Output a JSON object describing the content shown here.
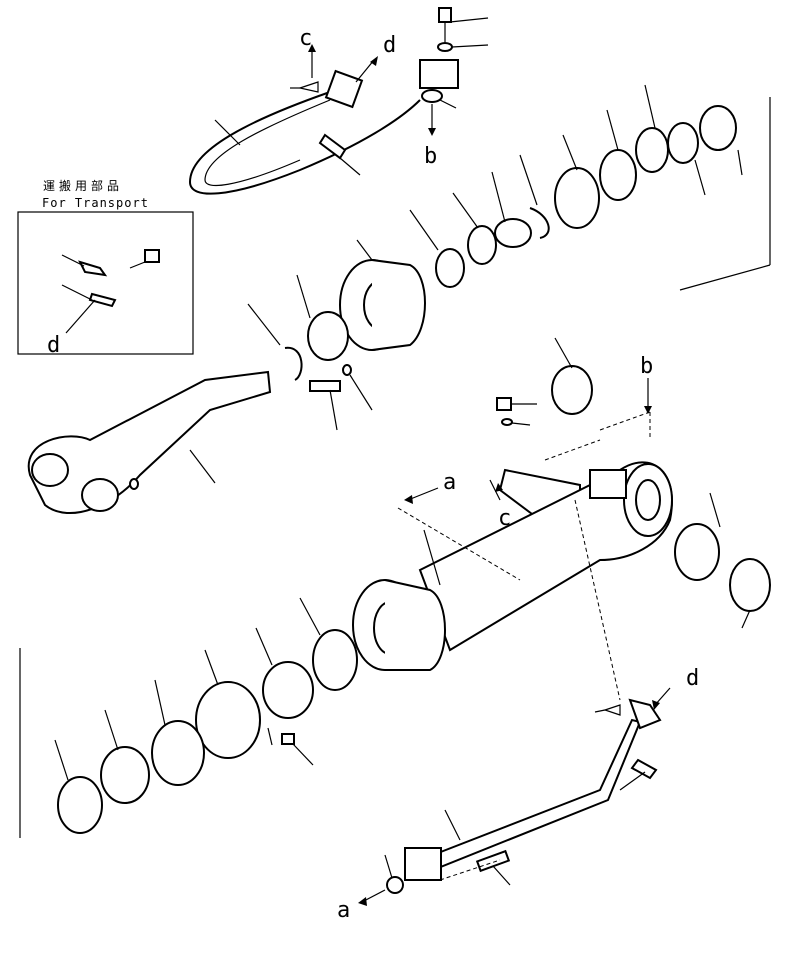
{
  "transport_box": {
    "title_jp": "運搬用部品",
    "title_en": "For Transport",
    "callout": "d"
  },
  "callouts": {
    "top_c": "c",
    "top_d": "d",
    "top_b": "b",
    "mid_b": "b",
    "mid_a": "a",
    "mid_c": "c",
    "bottom_d": "d",
    "bottom_a": "a"
  },
  "colors": {
    "ink": "#000000",
    "paper": "#ffffff"
  }
}
